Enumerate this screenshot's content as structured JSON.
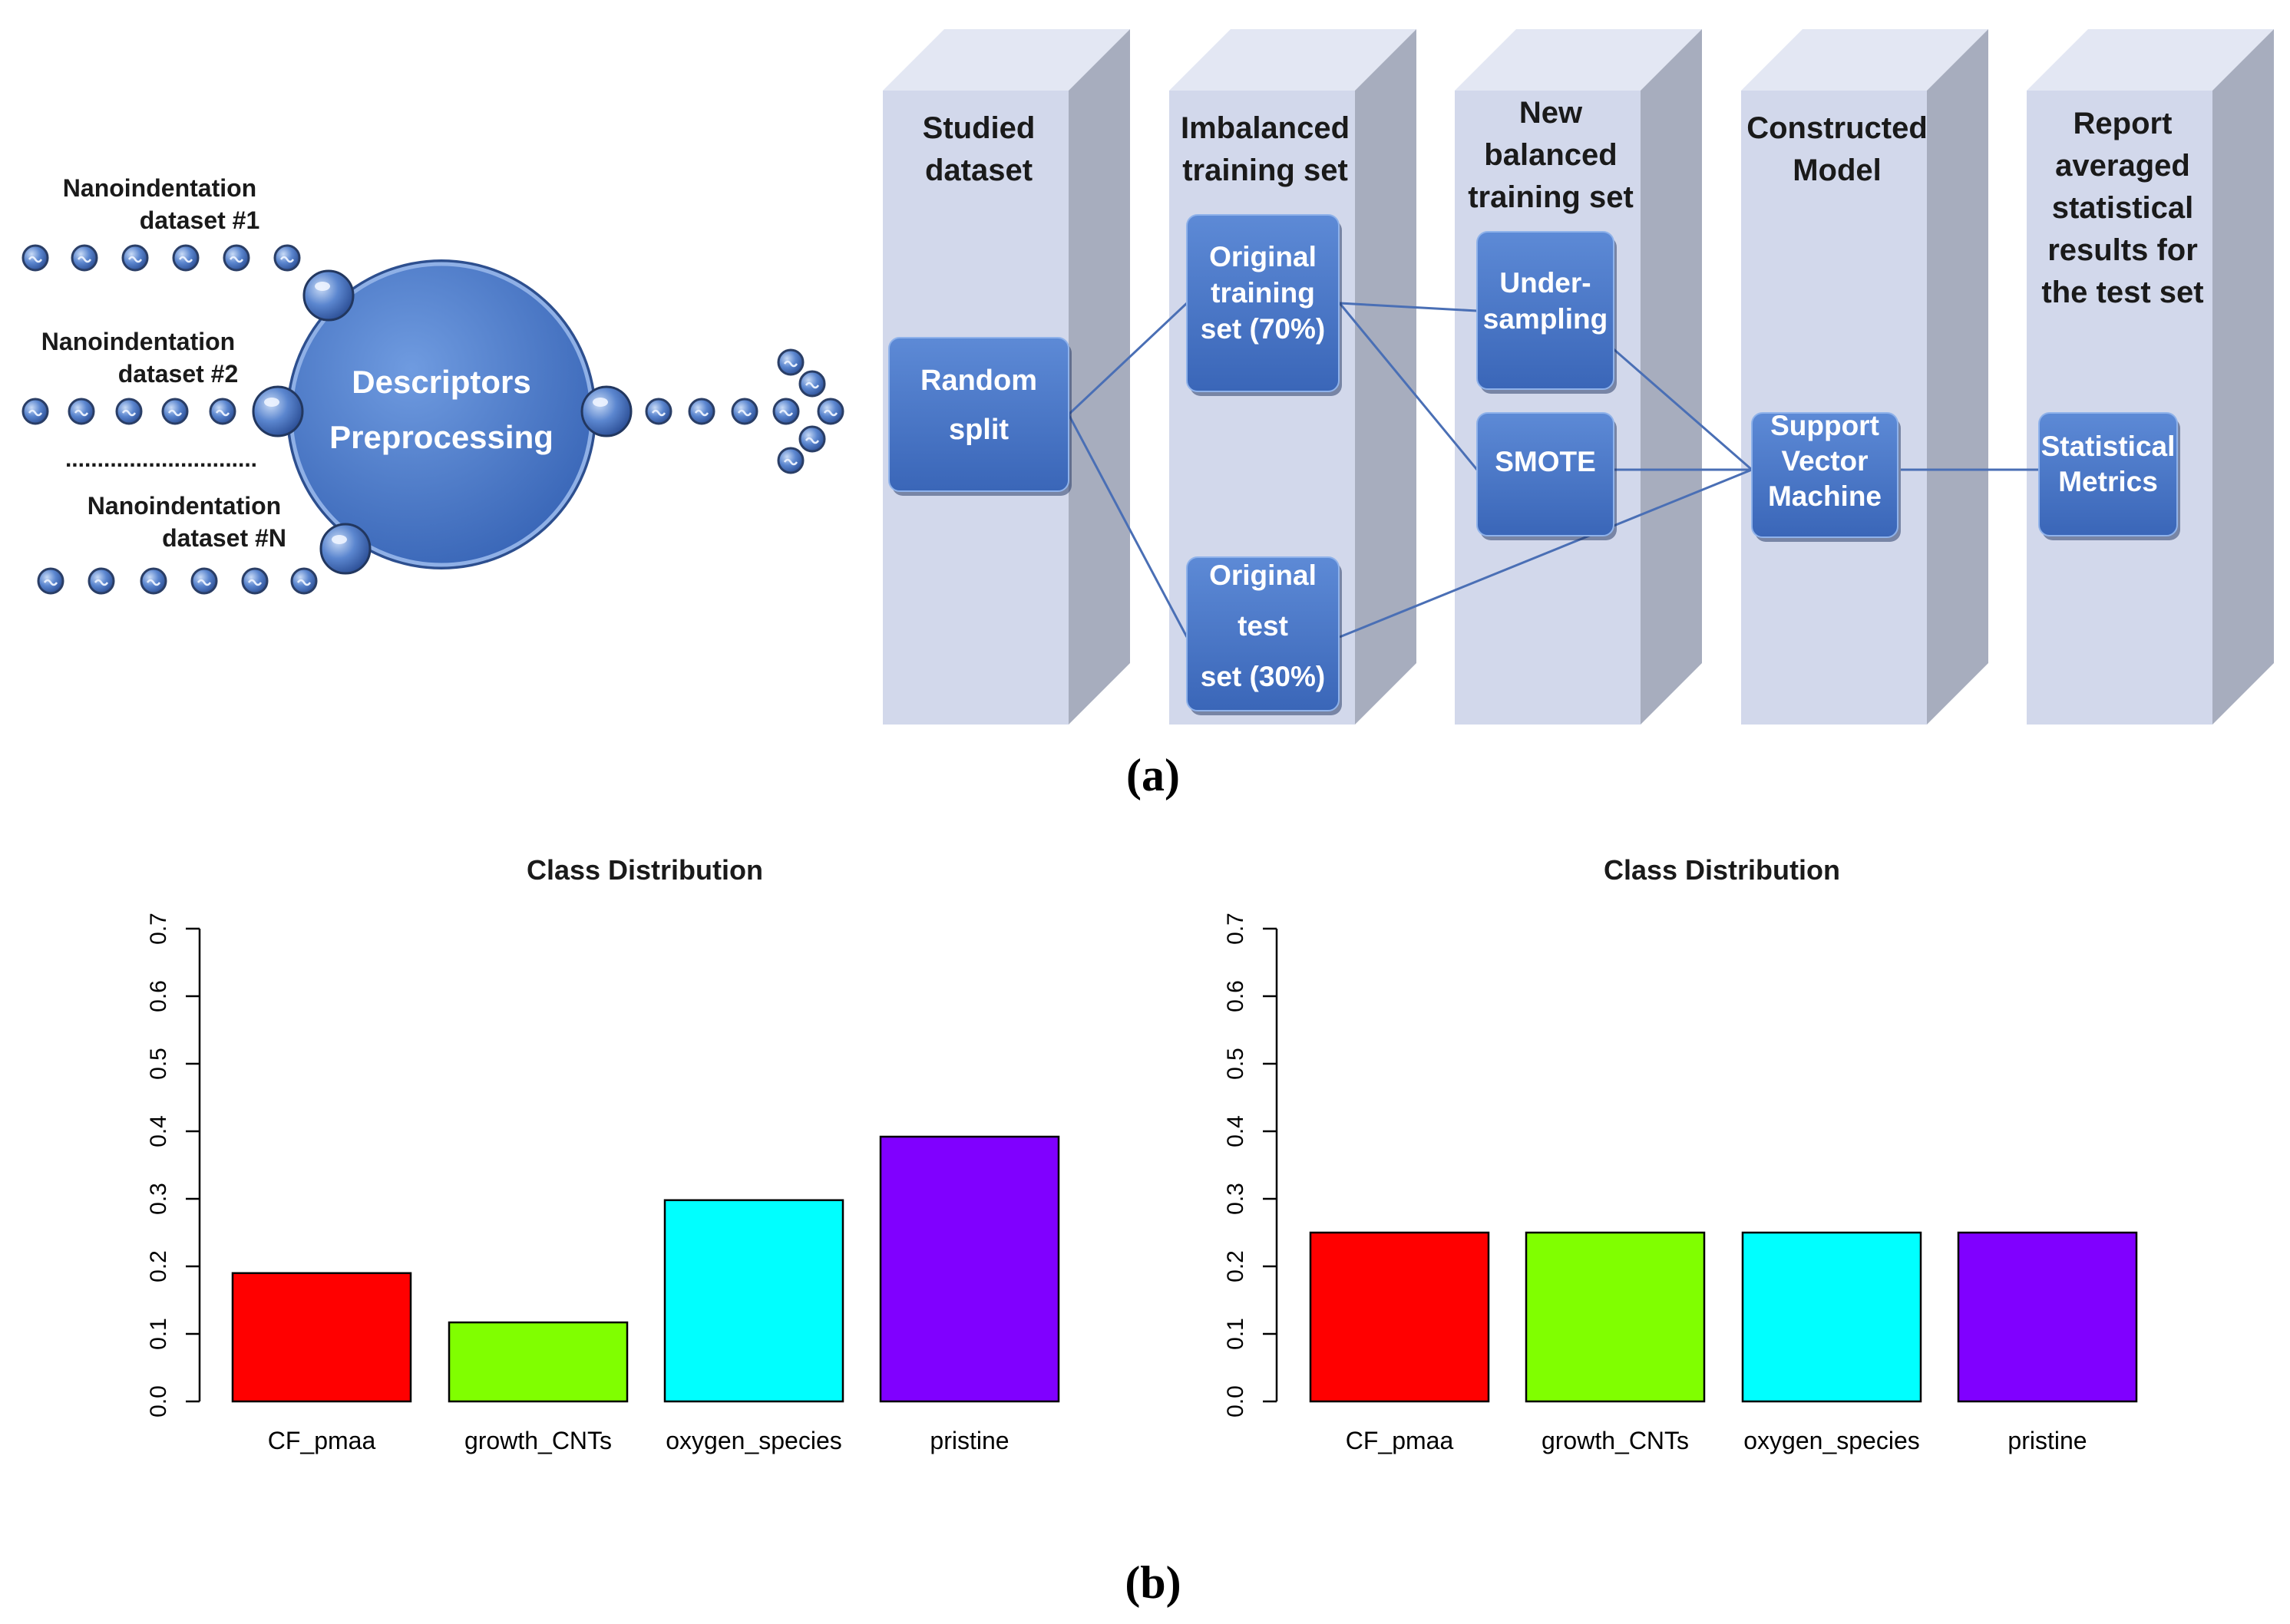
{
  "panel_a": {
    "caption": "(a)",
    "dataset_labels": [
      [
        "Nanoindentation",
        "dataset #1"
      ],
      [
        "Nanoindentation",
        "dataset #2"
      ],
      [
        "Nanoindentation",
        "dataset #N"
      ]
    ],
    "ellipsis": "..............................",
    "hub": [
      "Descriptors",
      "Preprocessing"
    ],
    "columns": [
      {
        "header": [
          "Studied",
          "dataset"
        ]
      },
      {
        "header": [
          "Imbalanced",
          "training set"
        ]
      },
      {
        "header": [
          "New",
          "balanced",
          "training set"
        ]
      },
      {
        "header": [
          "Constructed",
          "Model"
        ]
      },
      {
        "header": [
          "Report",
          "averaged",
          "statistical",
          "results for",
          "the test set"
        ]
      }
    ],
    "boxes": {
      "random_split": [
        "Random",
        "split"
      ],
      "original_training": [
        "Original",
        "training",
        "set (70%)"
      ],
      "original_test": [
        "Original",
        "test",
        "set (30%)"
      ],
      "undersampling": [
        "Under-",
        "sampling"
      ],
      "smote": [
        "SMOTE"
      ],
      "svm": [
        "Support",
        "Vector",
        "Machine"
      ],
      "metrics": [
        "Statistical",
        "Metrics"
      ]
    },
    "colors": {
      "column_front": "#d2d8eb",
      "column_side": "#a7adbe",
      "box": "#4a78c8",
      "connector": "#4a6fb5"
    }
  },
  "panel_b": {
    "caption": "(b)"
  },
  "chart_data": [
    {
      "type": "bar",
      "title": "Class Distribution",
      "categories": [
        "CF_pmaa",
        "growth_CNTs",
        "oxygen_species",
        "pristine"
      ],
      "values": [
        0.19,
        0.117,
        0.298,
        0.392
      ],
      "colors": [
        "#ff0000",
        "#80ff00",
        "#00ffff",
        "#8000ff"
      ],
      "ylim": [
        0,
        0.7
      ],
      "yticks": [
        "0.0",
        "0.1",
        "0.2",
        "0.3",
        "0.4",
        "0.5",
        "0.6",
        "0.7"
      ],
      "xlabel": "",
      "ylabel": ""
    },
    {
      "type": "bar",
      "title": "Class Distribution",
      "categories": [
        "CF_pmaa",
        "growth_CNTs",
        "oxygen_species",
        "pristine"
      ],
      "values": [
        0.25,
        0.25,
        0.25,
        0.25
      ],
      "colors": [
        "#ff0000",
        "#80ff00",
        "#00ffff",
        "#8000ff"
      ],
      "ylim": [
        0,
        0.7
      ],
      "yticks": [
        "0.0",
        "0.1",
        "0.2",
        "0.3",
        "0.4",
        "0.5",
        "0.6",
        "0.7"
      ],
      "xlabel": "",
      "ylabel": ""
    }
  ]
}
